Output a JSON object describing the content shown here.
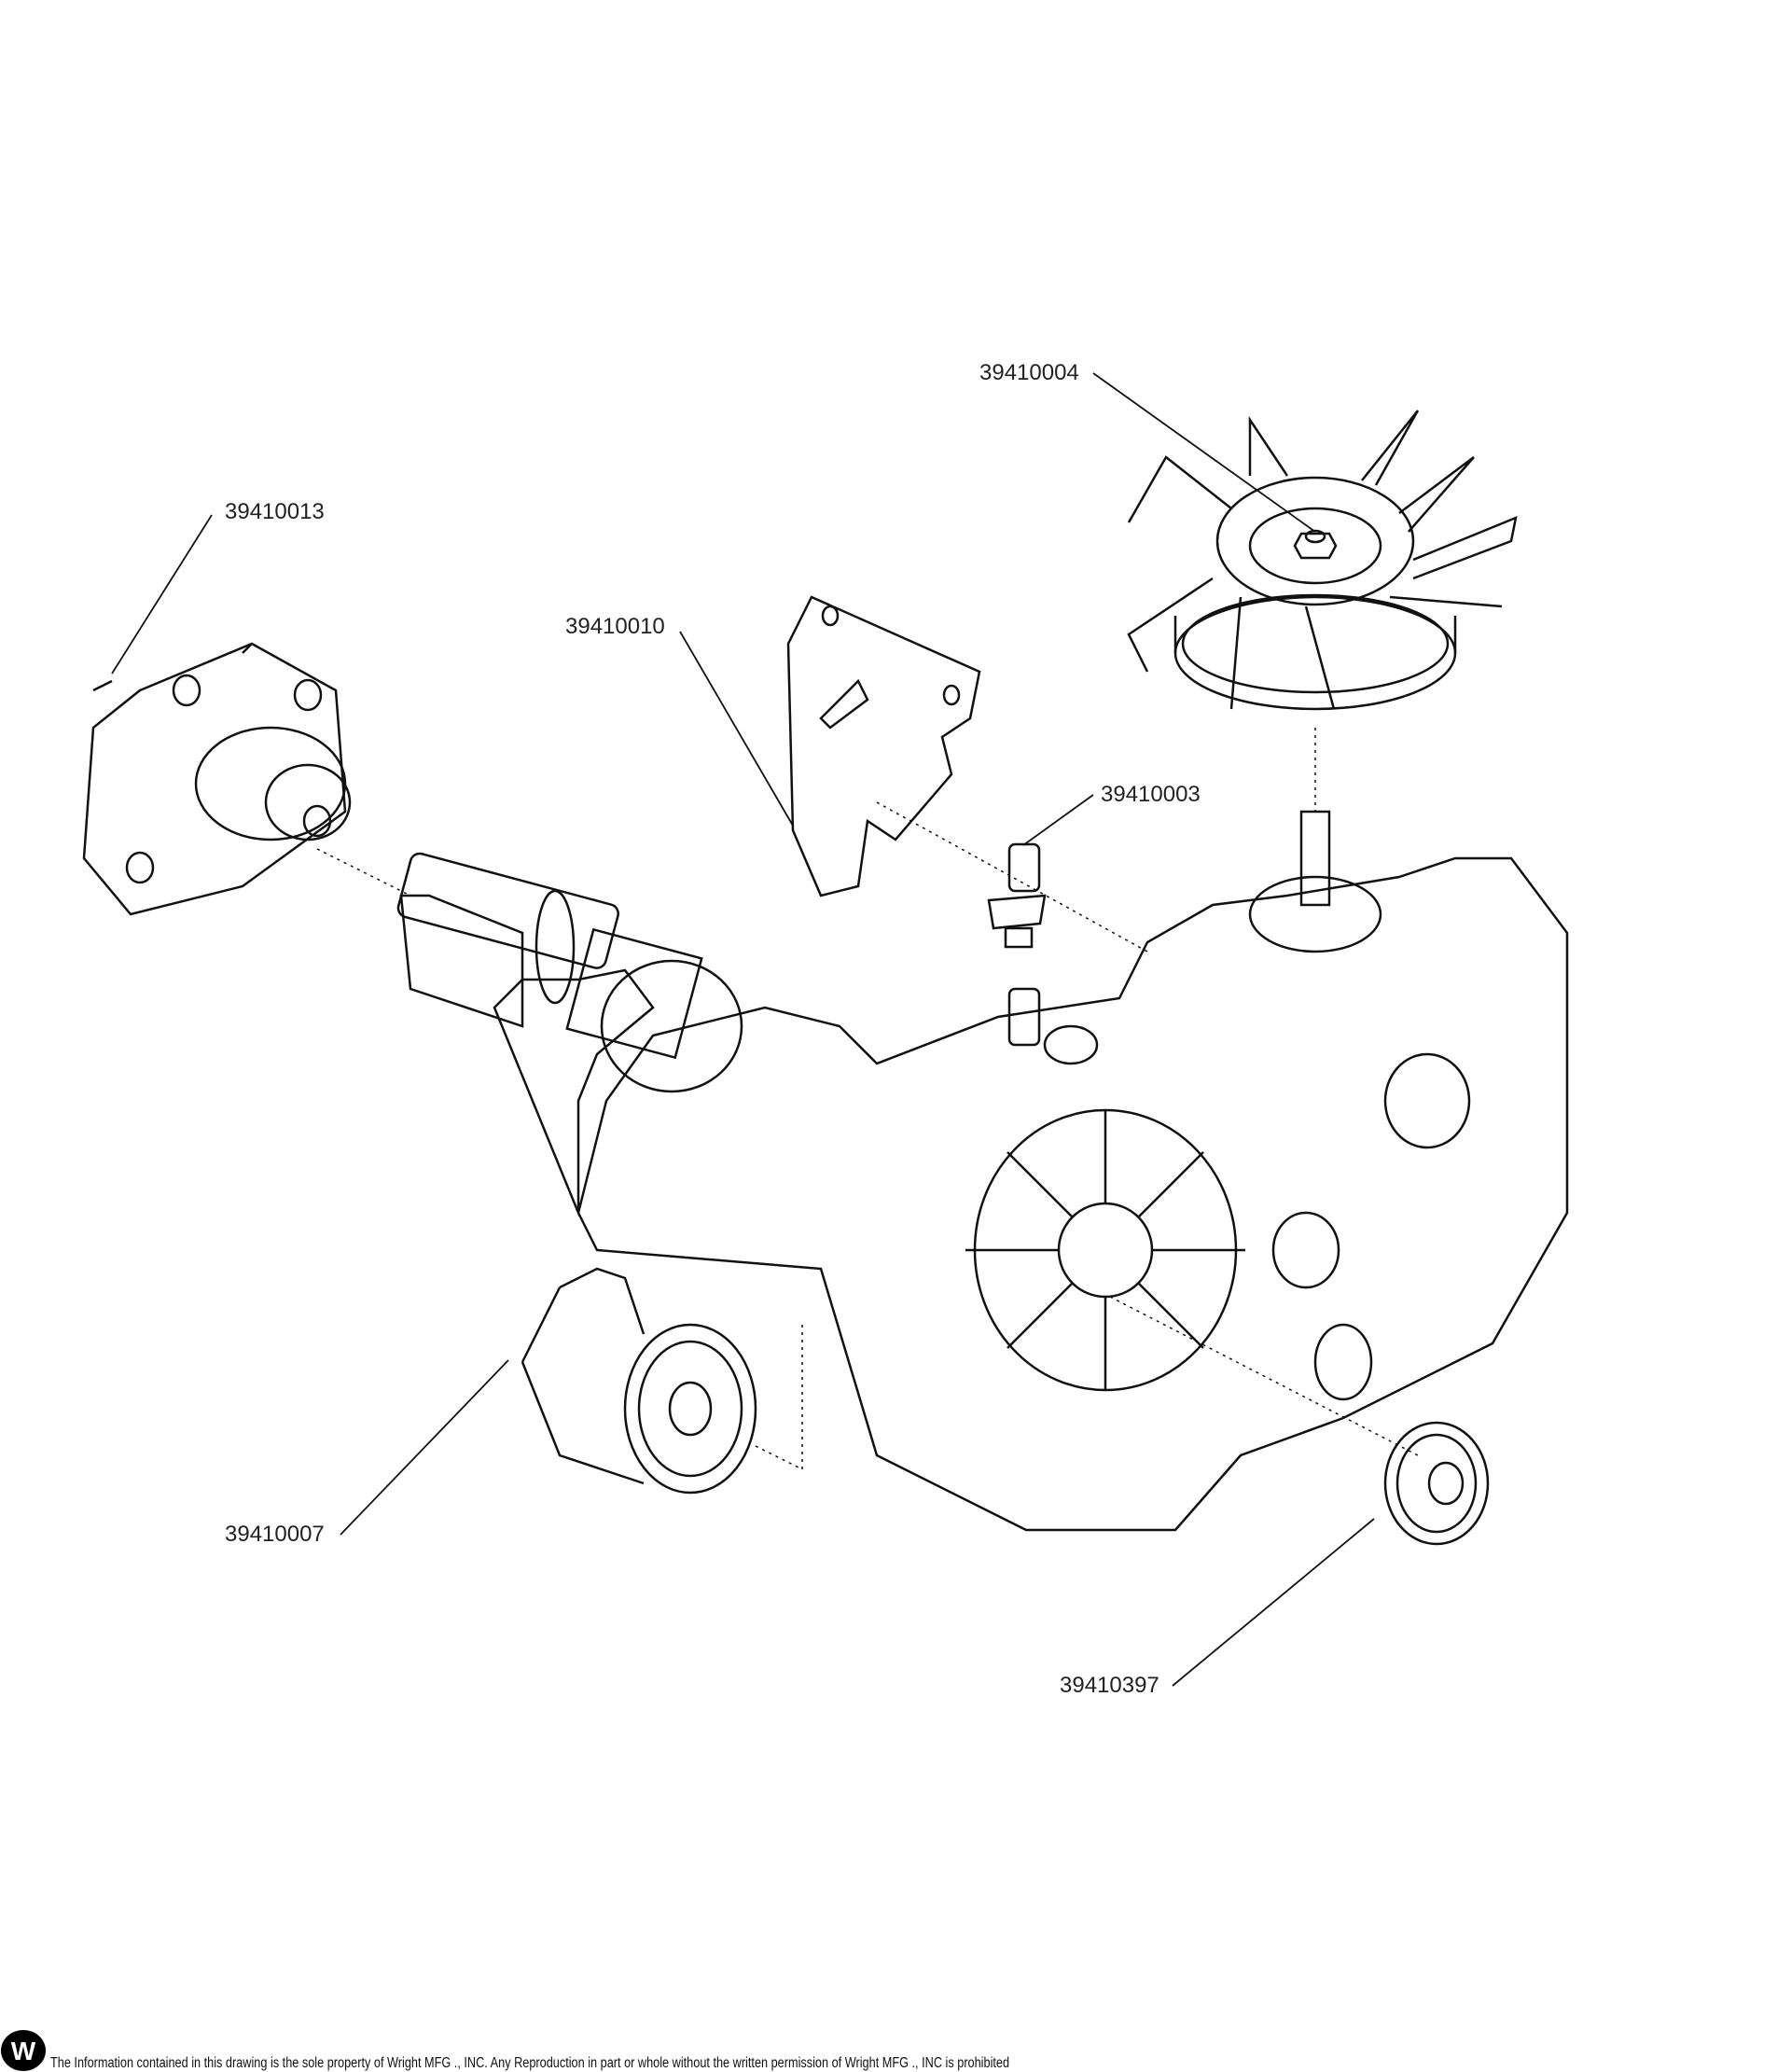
{
  "parts": [
    {
      "id": "fan",
      "label": "39410004"
    },
    {
      "id": "hub",
      "label": "39410013"
    },
    {
      "id": "bracket",
      "label": "39410010"
    },
    {
      "id": "fitting",
      "label": "39410003"
    },
    {
      "id": "filter",
      "label": "39410007"
    },
    {
      "id": "pulley",
      "label": "39410397"
    }
  ],
  "footer": {
    "logo_text": "W",
    "notice": "The Information contained in this drawing is the sole property of Wright MFG ., INC. Any Reproduction in part or whole without the written permission of Wright MFG ., INC is prohibited"
  }
}
